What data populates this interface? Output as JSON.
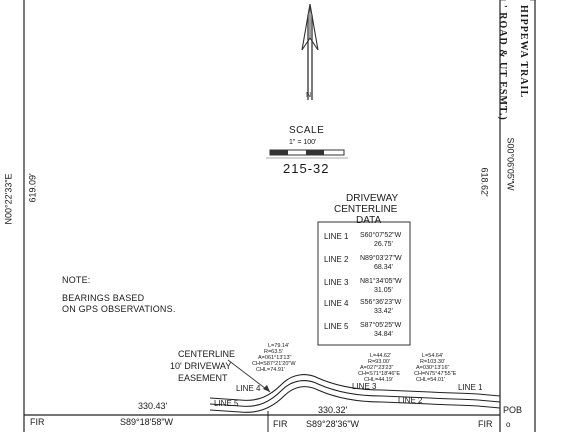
{
  "header": {
    "road_line_1": "HIPPEWA TRAIL",
    "road_line_2": "' ROAD & UT ESMT.)"
  },
  "scale_block": {
    "label": "SCALE",
    "ratio": "1\" = 100'",
    "sheet_number": "215-32"
  },
  "north_arrow": {
    "label": "N",
    "icon": "north-arrow-icon"
  },
  "west_line": {
    "bearing": "N00°22'33\"E",
    "distance": "619.09'"
  },
  "east_line": {
    "bearing": "S00°06'05\"W",
    "distance": "618.62'"
  },
  "driveway_table": {
    "title_1": "DRIVEWAY",
    "title_2": "CENTERLINE",
    "title_3": "DATA",
    "rows": [
      {
        "line": "LINE 1",
        "bearing": "S60°07'52\"W",
        "distance": "26.75'"
      },
      {
        "line": "LINE 2",
        "bearing": "N89°03'27\"W",
        "distance": "68.34'"
      },
      {
        "line": "LINE 3",
        "bearing": "N81°34'05\"W",
        "distance": "31.05'"
      },
      {
        "line": "LINE 4",
        "bearing": "S56°36'23\"W",
        "distance": "33.42'"
      },
      {
        "line": "LINE 5",
        "bearing": "S87°05'25\"W",
        "distance": "34.84'"
      }
    ]
  },
  "note": {
    "heading": "NOTE:",
    "line_1": "BEARINGS BASED",
    "line_2": "ON GPS OBSERVATIONS."
  },
  "easement": {
    "line_1": "CENTERLINE",
    "line_2": "10' DRIVEWAY",
    "line_3": "EASEMENT"
  },
  "curve_data": [
    {
      "l": "L=79.14'",
      "r": "R=63.5'",
      "a": "A=061°13'13\"",
      "ch": "CH=S87°21'20\"W",
      "chl": "CHL=74.91'"
    },
    {
      "l": "L=44.62'",
      "r": "R=93.00'",
      "a": "A=027°23'23\"",
      "ch": "CH=S71°18'46\"E",
      "chl": "CHL=44.19'"
    },
    {
      "l": "L=54.64'",
      "r": "R=103.30'",
      "a": "A=030°13'16\"",
      "ch": "CH=N75°47'55\"E",
      "chl": "CHL=54.01'"
    }
  ],
  "segment_labels": {
    "line_1": "LINE 1",
    "line_2": "LINE 2",
    "line_3": "LINE 3",
    "line_4": "LINE 4",
    "line_5": "LINE 5"
  },
  "south_line": {
    "left_distance": "330.43'",
    "right_distance": "330.32'",
    "left_bearing": "S89°18'58\"W",
    "right_bearing": "S89°28'36\"W"
  },
  "corners": {
    "fir_left": "FIR",
    "fir_mid": "FIR",
    "fir_right": "FIR",
    "pob": "POB",
    "edge_fragment": "o"
  }
}
